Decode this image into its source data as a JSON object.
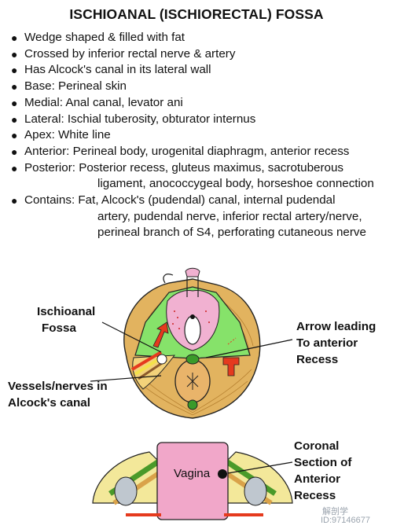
{
  "title": "ISCHIOANAL (ISCHIORECTAL) FOSSA",
  "bullets": [
    "Wedge shaped & filled with fat",
    "Crossed by inferior rectal nerve & artery",
    "Has Alcock's canal in its lateral wall",
    "Base: Perineal skin",
    "Medial: Anal canal, levator ani",
    "Lateral: Ischial tuberosity, obturator internus",
    "Apex: White line",
    "Anterior: Perineal body, urogenital diaphragm, anterior recess"
  ],
  "posterior": {
    "line1": "Posterior: Posterior recess, gluteus maximus, sacrotuberous",
    "line2": "ligament, anococcygeal body, horseshoe connection"
  },
  "contains": {
    "line1": "Contains: Fat, Alcock's (pudendal) canal, internal pudendal",
    "line2": "artery, pudendal nerve, inferior rectal artery/nerve,",
    "line3": "perineal branch of S4, perforating cutaneous nerve"
  },
  "labels": {
    "ischioanal_1": "Ischioanal",
    "ischioanal_2": "Fossa",
    "arrow_1": "Arrow leading",
    "arrow_2": "To anterior",
    "arrow_3": "Recess",
    "vessels_1": "Vessels/nerves in",
    "vessels_2": "Alcock's canal",
    "coronal_1": "Coronal",
    "coronal_2": "Section of",
    "coronal_3": "Anterior",
    "coronal_4": "Recess",
    "vagina": "Vagina"
  },
  "watermark": {
    "line1": "解剖学",
    "line2": "ID:97146677"
  },
  "colors": {
    "fat": "#e8b96a",
    "muscle": "#d9a24a",
    "green": "#7fe35a",
    "pink": "#f1a7c9",
    "red": "#e53a1e",
    "yellow": "#f3e24a"
  }
}
